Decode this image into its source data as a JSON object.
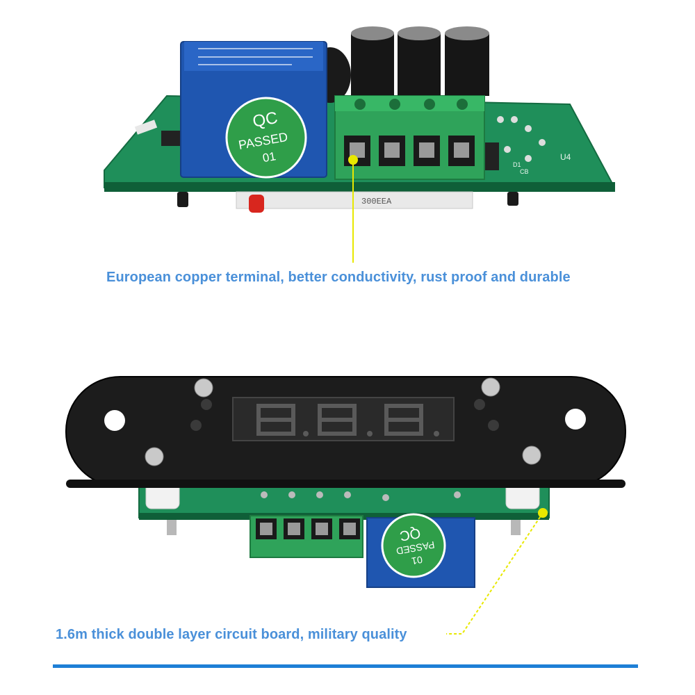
{
  "captions": {
    "terminal": "European copper terminal, better conductivity, rust proof and durable",
    "board": "1.6m thick double layer circuit board, military quality"
  },
  "stickers": {
    "line1": "QC",
    "line2": "PASSED",
    "line3": "01"
  },
  "silkscreen": {
    "u4": "U4",
    "d1": "D1",
    "cb": "CB"
  },
  "colors": {
    "caption": "#4a90d9",
    "pcb": "#1f8f5a",
    "relay": "#1f56b0",
    "terminal": "#2fa35a",
    "sticker": "#2f9e49",
    "leader": "#e8e800",
    "rule": "#1e7fd6"
  }
}
